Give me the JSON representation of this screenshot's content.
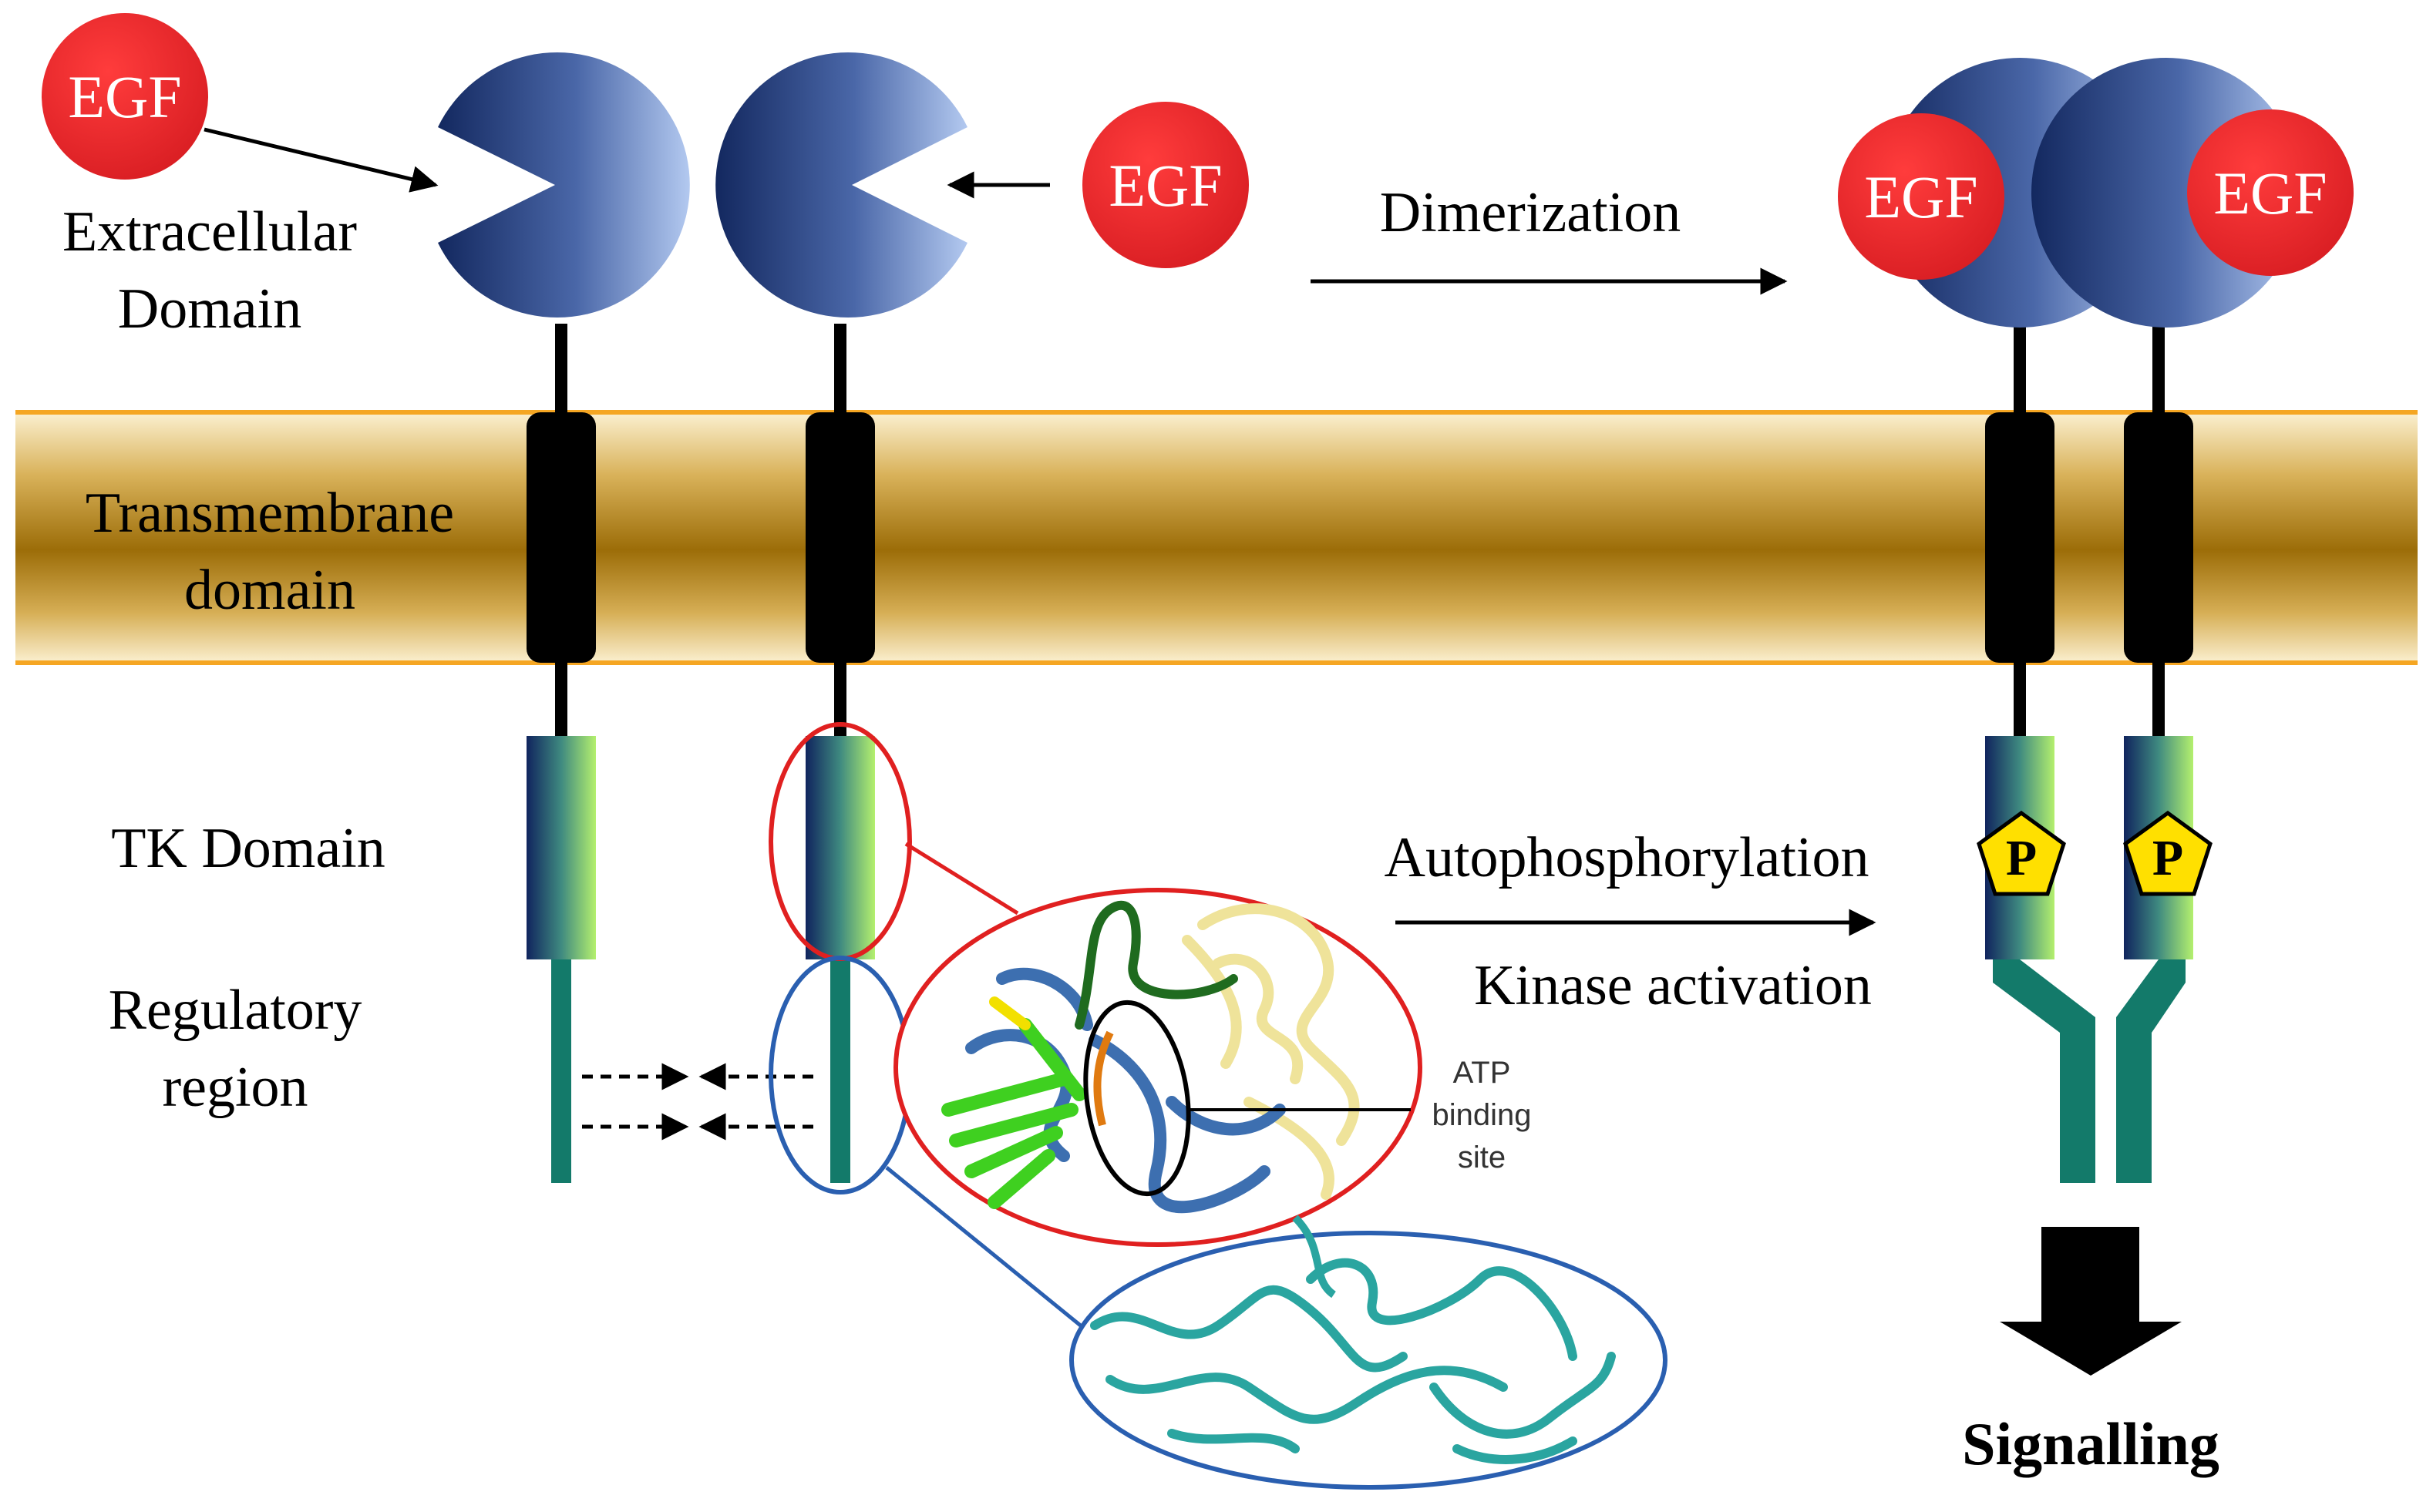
{
  "labels": {
    "extracellular_1": "Extracellular",
    "extracellular_2": "Domain",
    "transmembrane_1": "Transmembrane",
    "transmembrane_2": "domain",
    "tk_domain": "TK Domain",
    "regulatory_1": "Regulatory",
    "regulatory_2": "region",
    "dimerization": "Dimerization",
    "autophosphorylation": "Autophosphorylation",
    "kinase_activation": "Kinase activation",
    "atp_1": "ATP",
    "atp_2": "binding",
    "atp_3": "site",
    "signalling": "Signalling"
  },
  "ligand_label": "EGF",
  "phospho_label": "P",
  "colors": {
    "egf_red": "#e8262a",
    "receptor_dark": "#1b2f6e",
    "receptor_light": "#a9c0ea",
    "membrane_gold": "#a87a10",
    "membrane_edge": "#f5a623",
    "tk_green": "#a6e86a",
    "regulatory_teal": "#137a6a",
    "phospho_yellow": "#ffe000",
    "callout_red": "#e02020",
    "callout_blue": "#2a5fb0"
  }
}
